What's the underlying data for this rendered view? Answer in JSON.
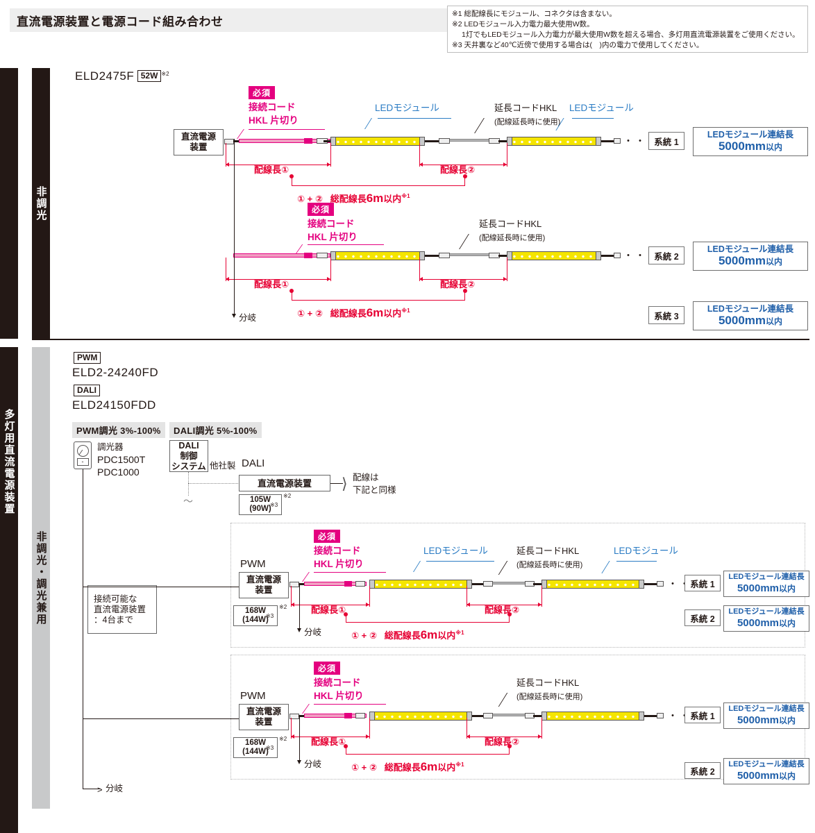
{
  "header": {
    "title": "直流電源装置と電源コード組み合わせ",
    "notes": [
      "※1 総配線長にモジュール、コネクタは含まない。",
      "※2 LEDモジュール入力電力最大使用W数。",
      "1灯でもLEDモジュール入力電力が最大使用W数を超える場合、多灯用直流電源装置をご使用ください。",
      "※3 天井裏など40℃近傍で使用する場合は(　)内の電力で使用してください。"
    ]
  },
  "sidebars": {
    "top_dark": "非調光",
    "bottom_dark": "多灯用直流電源装置",
    "bottom_gray": "非調光・調光兼用"
  },
  "section_top": {
    "model": "ELD2475F",
    "watt_badge": "52W",
    "watt_sup": "※2",
    "psu_label_line1": "直流電源",
    "psu_label_line2": "装置",
    "required_badge": "必須",
    "connect_cord_line1": "接続コード",
    "connect_cord_line2": "HKL 片切り",
    "led_module_label": "LEDモジュール",
    "ext_cord_label": "延長コードHKL",
    "ext_cord_note": "(配線延長時に使用)",
    "wiring1": "配線長①",
    "wiring2": "配線長②",
    "total_prefix": "① + ②",
    "total_text": "総配線長",
    "total_value": "6m",
    "total_suffix": "以内",
    "total_sup": "※1",
    "branch": "分岐",
    "dots": "・・・",
    "systems": [
      {
        "name": "系統 1",
        "box_l1": "LEDモジュール連結長",
        "box_l2": "5000mm",
        "box_l2_suffix": "以内"
      },
      {
        "name": "系統 2",
        "box_l1": "LEDモジュール連結長",
        "box_l2": "5000mm",
        "box_l2_suffix": "以内"
      },
      {
        "name": "系統 3",
        "box_l1": "LEDモジュール連結長",
        "box_l2": "5000mm",
        "box_l2_suffix": "以内"
      }
    ]
  },
  "section_bottom": {
    "pwm_badge": "PWM",
    "pwm_model": "ELD2-24240FD",
    "dali_badge": "DALI",
    "dali_model": "ELD24150FDD",
    "pwm_dim_tag": "PWM調光 3%-100%",
    "dali_dim_tag": "DALI調光 5%-100%",
    "dimmer_label": "調光器",
    "dimmer_model1": "PDC1500T",
    "dimmer_model2": "PDC1000",
    "dali_ctrl_l1": "DALI",
    "dali_ctrl_l2": "制御",
    "dali_ctrl_l3": "システム",
    "dali_other": "他社製",
    "dali_mark": "DALI",
    "dali_psu": "直流電源装置",
    "dali_watt_l1": "105W",
    "dali_watt_l2": "(90W)",
    "dali_watt_sup2": "※2",
    "dali_watt_sup3": "※3",
    "same_as_below_l1": "配線は",
    "same_as_below_l2": "下記と同様",
    "connectable_l1": "接続可能な",
    "connectable_l2": "直流電源装置",
    "connectable_l3": "：4台まで",
    "branch_main": "分岐",
    "pwm_label": "PWM",
    "psu_label_line1": "直流電源",
    "psu_label_line2": "装置",
    "psu_watt_l1": "168W",
    "psu_watt_l2": "(144W)",
    "psu_watt_sup2": "※2",
    "psu_watt_sup3": "※3",
    "required_badge": "必須",
    "connect_cord_line1": "接続コード",
    "connect_cord_line2": "HKL 片切り",
    "led_module_label": "LEDモジュール",
    "ext_cord_label": "延長コードHKL",
    "ext_cord_note": "(配線延長時に使用)",
    "wiring1": "配線長①",
    "wiring2": "配線長②",
    "total_prefix": "① + ②",
    "total_text": "総配線長",
    "total_value": "6m",
    "total_suffix": "以内",
    "total_sup": "※1",
    "branch": "分岐",
    "dots": "・・",
    "group1_systems": [
      {
        "name": "系統 1",
        "box_l1": "LEDモジュール連結長",
        "box_l2": "5000mm",
        "box_l2_suffix": "以内"
      },
      {
        "name": "系統 2",
        "box_l1": "LEDモジュール連結長",
        "box_l2": "5000mm",
        "box_l2_suffix": "以内"
      }
    ],
    "group2_systems": [
      {
        "name": "系統 1",
        "box_l1": "LEDモジュール連結長",
        "box_l2": "5000mm",
        "box_l2_suffix": "以内"
      },
      {
        "name": "系統 2",
        "box_l1": "LEDモジュール連結長",
        "box_l2": "5000mm",
        "box_l2_suffix": "以内"
      }
    ]
  },
  "colors": {
    "pink": "#e4007f",
    "red": "#e60033",
    "blue": "#2b7cc4",
    "blue_text": "#1f5fa9",
    "yellow": "#f5e500",
    "dark": "#231815"
  }
}
